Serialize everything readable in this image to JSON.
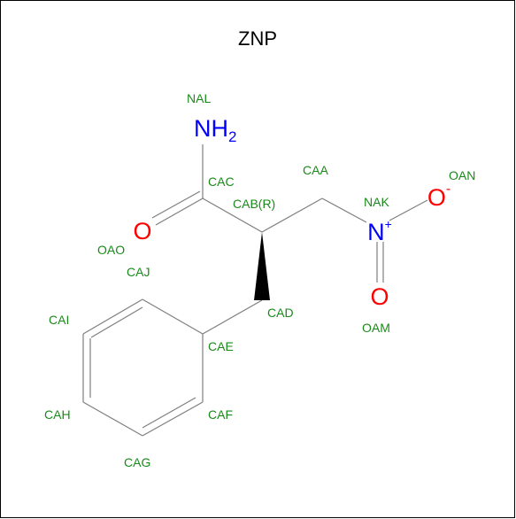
{
  "title": "ZNP",
  "atom_labels": {
    "NAL": "NAL",
    "CAC": "CAC",
    "CAB": "CAB(R)",
    "CAA": "CAA",
    "NAK": "NAK",
    "OAN": "OAN",
    "OAO": "OAO",
    "CAJ": "CAJ",
    "CAD": "CAD",
    "OAM": "OAM",
    "CAI": "CAI",
    "CAE": "CAE",
    "CAH": "CAH",
    "CAF": "CAF",
    "CAG": "CAG"
  },
  "element_symbols": {
    "amine_N": "NH",
    "amine_sub": "2",
    "carbonyl_O": "O",
    "nitro_N": "N",
    "nitro_N_charge": "+",
    "nitro_O_single": "O",
    "nitro_O_single_charge": "-",
    "nitro_O_double": "O"
  },
  "colors": {
    "label": "#1a8a1a",
    "nitrogen": "#0000ff",
    "oxygen": "#ff0000",
    "bond": "#7f7f7f",
    "title": "#000000",
    "frame": "#000000"
  }
}
